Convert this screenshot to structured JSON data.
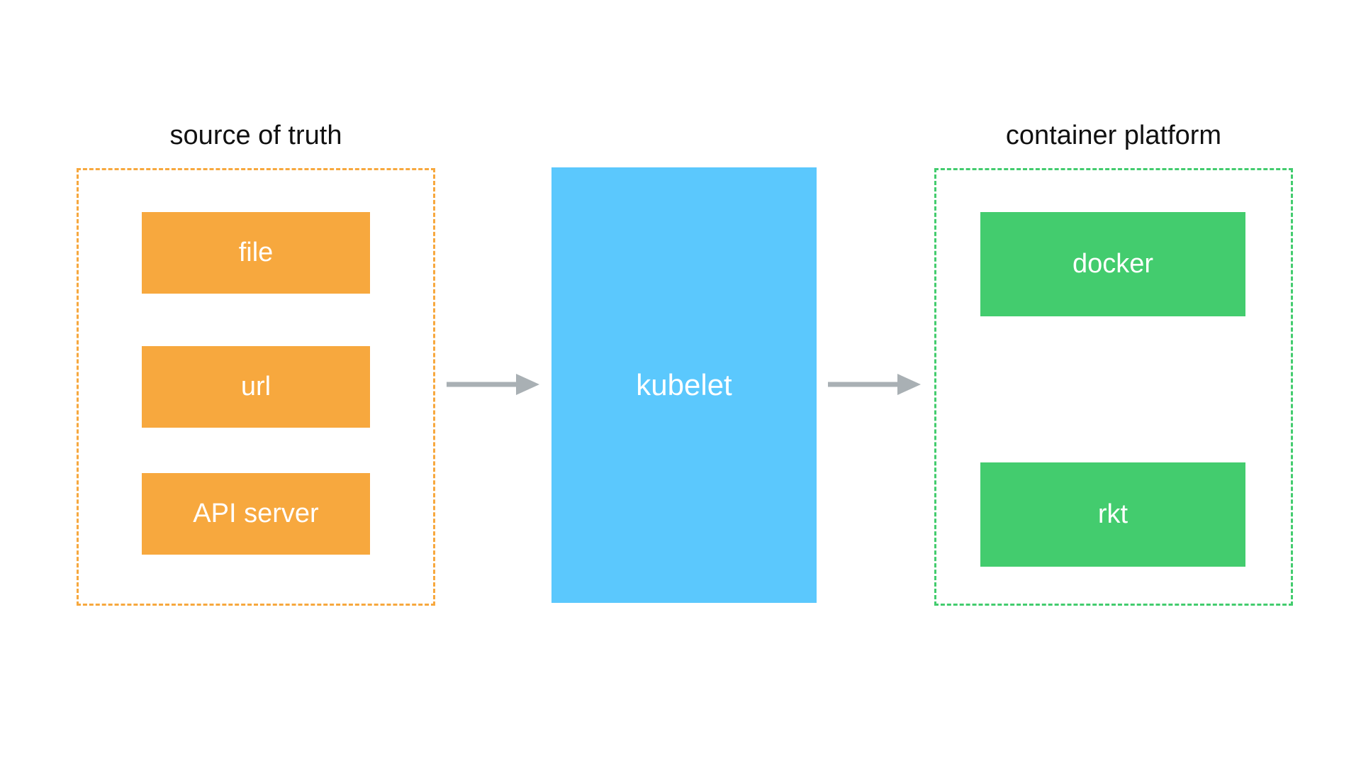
{
  "groups": {
    "source": {
      "title": "source of truth",
      "border_color": "#f7a83e"
    },
    "platform": {
      "title": "container platform",
      "border_color": "#43cc6e"
    }
  },
  "nodes": {
    "file": {
      "label": "file",
      "color": "#f7a83e"
    },
    "url": {
      "label": "url",
      "color": "#f7a83e"
    },
    "api_server": {
      "label": "API server",
      "color": "#f7a83e"
    },
    "kubelet": {
      "label": "kubelet",
      "color": "#5bc8fd"
    },
    "docker": {
      "label": "docker",
      "color": "#43cc6e"
    },
    "rkt": {
      "label": "rkt",
      "color": "#43cc6e"
    }
  },
  "arrows": {
    "color": "#a9b0b4"
  }
}
